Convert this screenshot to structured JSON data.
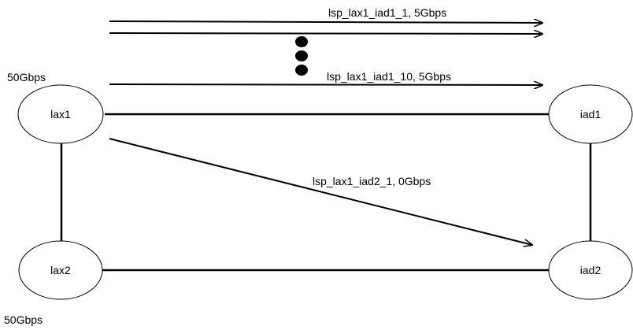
{
  "nodes": {
    "lax1": {
      "label": "lax1",
      "capacity": "50Gbps"
    },
    "lax2": {
      "label": "lax2",
      "capacity": "50Gbps"
    },
    "iad1": {
      "label": "iad1"
    },
    "iad2": {
      "label": "iad2"
    }
  },
  "lsps": [
    {
      "label": "lsp_lax1_iad1_1, 5Gbps"
    },
    {
      "label": "lsp_lax1_iad1_10, 5Gbps"
    },
    {
      "label": "lsp_lax1_iad2_1, 0Gbps"
    }
  ],
  "colors": {
    "stroke": "#000000",
    "node_fill": "#ffffff",
    "background": "#ffffff"
  }
}
